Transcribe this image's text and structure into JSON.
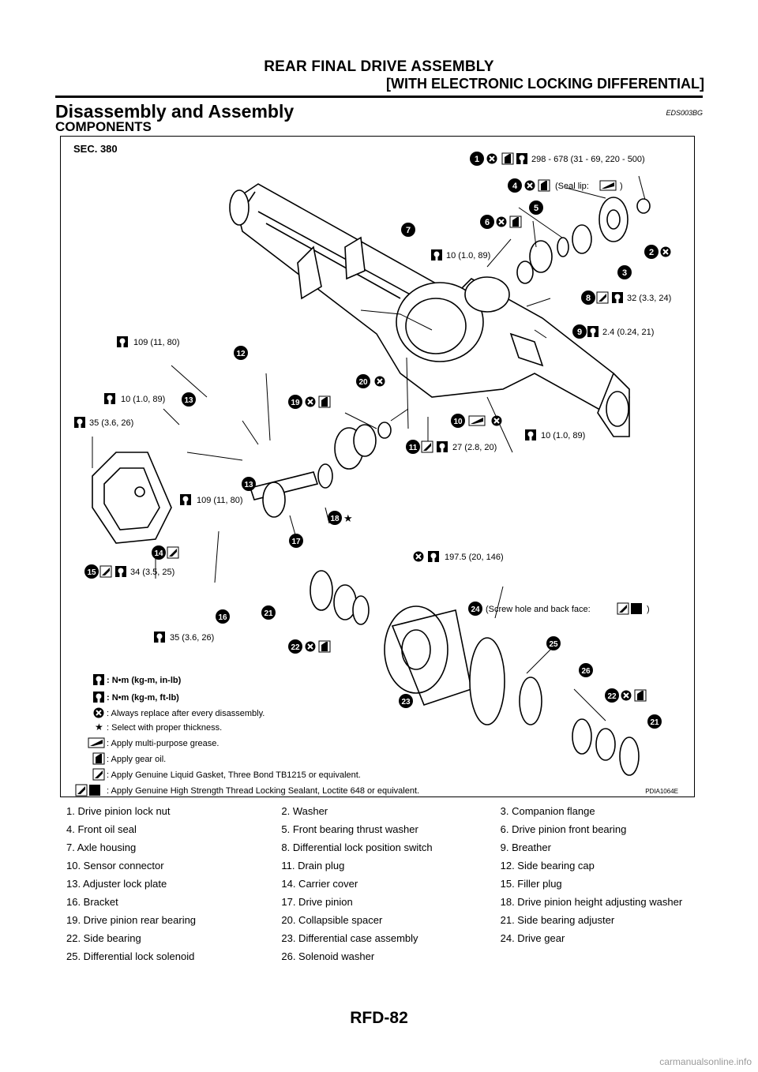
{
  "header": {
    "title": "REAR FINAL DRIVE ASSEMBLY",
    "subtitle": "[WITH ELECTRONIC LOCKING DIFFERENTIAL]"
  },
  "section": {
    "title": "Disassembly and Assembly",
    "code": "EDS003BG",
    "subtitle": "COMPONENTS"
  },
  "figure": {
    "sec_label": "SEC. 380",
    "figure_id": "PDIA1064E",
    "callouts": {
      "c1": "298 - 678 (31 - 69, 220 - 500)",
      "c4": "(Seal lip:",
      "c4_end": ")",
      "c7": "10 (1.0, 89)",
      "c8": "32 (3.3, 24)",
      "c9": "2.4 (0.24, 21)",
      "c12": "109 (11, 80)",
      "c13": "10 (1.0, 89)",
      "c13b": "35 (3.6, 26)",
      "c10": "10 (1.0, 89)",
      "c11": "27 (2.8, 20)",
      "c13c": "109 (11, 80)",
      "c15": "34 (3.5, 25)",
      "c16": "35 (3.6, 26)",
      "c23": "197.5 (20, 146)",
      "c24": "(Screw hole and back face:",
      "c24_end": ")"
    },
    "numbers": [
      "1",
      "2",
      "3",
      "4",
      "5",
      "6",
      "7",
      "8",
      "9",
      "10",
      "11",
      "12",
      "13",
      "13",
      "14",
      "15",
      "16",
      "17",
      "18",
      "19",
      "20",
      "21",
      "21",
      "22",
      "22",
      "23",
      "24",
      "25",
      "26"
    ],
    "legend": [
      ": N•m (kg-m, in-lb)",
      ": N•m (kg-m, ft-lb)",
      ": Always replace after every disassembly.",
      ": Select with proper thickness.",
      ": Apply multi-purpose grease.",
      ": Apply gear oil.",
      ": Apply Genuine Liquid Gasket, Three Bond TB1215 or equivalent.",
      ": Apply Genuine High Strength Thread Locking Sealant, Loctite 648 or equivalent."
    ]
  },
  "parts": [
    [
      "1. Drive pinion lock nut",
      "2. Washer",
      "3. Companion flange"
    ],
    [
      "4. Front oil seal",
      "5. Front bearing thrust washer",
      "6. Drive pinion front bearing"
    ],
    [
      "7. Axle housing",
      "8. Differential lock position switch",
      "9. Breather"
    ],
    [
      "10. Sensor connector",
      "11. Drain plug",
      "12. Side bearing cap"
    ],
    [
      "13. Adjuster lock plate",
      "14. Carrier cover",
      "15. Filler plug"
    ],
    [
      "16. Bracket",
      "17. Drive pinion",
      "18. Drive pinion height adjusting washer"
    ],
    [
      "19. Drive pinion rear bearing",
      "20. Collapsible spacer",
      "21. Side bearing adjuster"
    ],
    [
      "22. Side bearing",
      "23. Differential case assembly",
      "24. Drive gear"
    ],
    [
      "25. Differential lock solenoid",
      "26. Solenoid washer",
      ""
    ]
  ],
  "footer": {
    "page": "RFD-82"
  },
  "watermark": "carmanualsonline.info"
}
